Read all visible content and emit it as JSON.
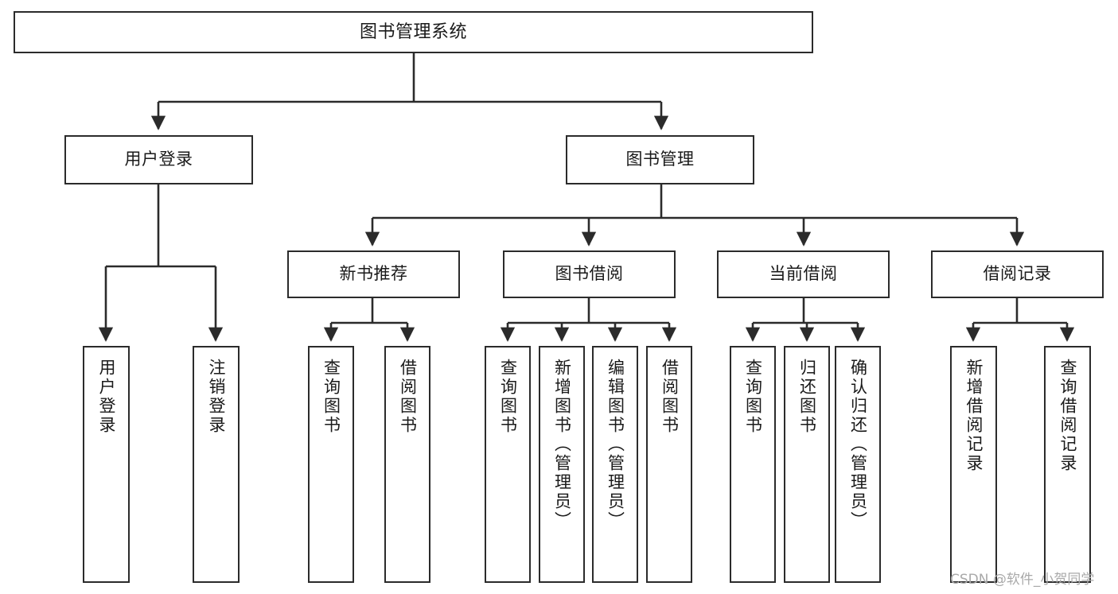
{
  "diagram": {
    "title": "图书管理系统",
    "type": "functional-structure-tree",
    "watermark": "CSDN @软件_小贺同学",
    "colors": {
      "stroke": "#2b2b2b",
      "fill": "#ffffff",
      "text": "#1a1a1a",
      "watermark": "#a9a9a9"
    },
    "levels": {
      "root": {
        "label": "图书管理系统"
      },
      "level2": [
        {
          "id": "user-login",
          "label": "用户登录"
        },
        {
          "id": "book-manage",
          "label": "图书管理"
        }
      ],
      "level3": [
        {
          "id": "new-book-recommend",
          "label": "新书推荐",
          "parent": "book-manage"
        },
        {
          "id": "book-borrow",
          "label": "图书借阅",
          "parent": "book-manage"
        },
        {
          "id": "current-borrow",
          "label": "当前借阅",
          "parent": "book-manage"
        },
        {
          "id": "borrow-record",
          "label": "借阅记录",
          "parent": "book-manage"
        }
      ],
      "leaves": [
        {
          "id": "leaf-user-login",
          "label": "用户登录",
          "parent": "user-login"
        },
        {
          "id": "leaf-logout-login",
          "label": "注销登录",
          "parent": "user-login"
        },
        {
          "id": "leaf-query-book-1",
          "label": "查询图书",
          "parent": "new-book-recommend"
        },
        {
          "id": "leaf-borrow-book-1",
          "label": "借阅图书",
          "parent": "new-book-recommend"
        },
        {
          "id": "leaf-query-book-2",
          "label": "查询图书",
          "parent": "book-borrow"
        },
        {
          "id": "leaf-add-book",
          "label": "新增图书（管理员）",
          "parent": "book-borrow"
        },
        {
          "id": "leaf-edit-book",
          "label": "编辑图书（管理员）",
          "parent": "book-borrow"
        },
        {
          "id": "leaf-borrow-book-2",
          "label": "借阅图书",
          "parent": "book-borrow"
        },
        {
          "id": "leaf-query-book-3",
          "label": "查询图书",
          "parent": "current-borrow"
        },
        {
          "id": "leaf-return-book",
          "label": "归还图书",
          "parent": "current-borrow"
        },
        {
          "id": "leaf-confirm-return",
          "label": "确认归还（管理员）",
          "parent": "current-borrow"
        },
        {
          "id": "leaf-add-record",
          "label": "新增借阅记录",
          "parent": "borrow-record"
        },
        {
          "id": "leaf-query-record",
          "label": "查询借阅记录",
          "parent": "borrow-record"
        }
      ]
    }
  }
}
